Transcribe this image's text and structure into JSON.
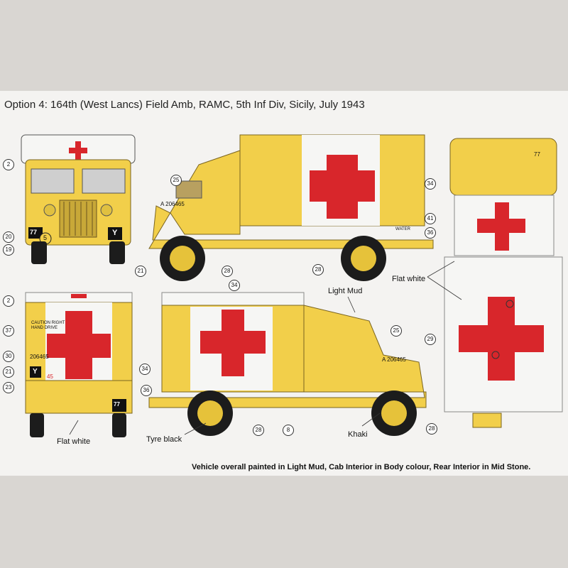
{
  "title": "Option 4: 164th (West Lancs) Field Amb, RAMC, 5th Inf Div, Sicily, July 1943",
  "footer": "Vehicle overall painted in  Light Mud, Cab Interior in Body colour, Rear Interior in Mid Stone.",
  "callouts": {
    "light_mud": "Light Mud",
    "flat_white_top": "Flat white",
    "flat_white_rear": "Flat white",
    "tyre_black": "Tyre black",
    "khaki": "Khaki"
  },
  "markings": {
    "serial_side": "A 206465",
    "serial_side_right": "A 206465",
    "serial_rear": "206465",
    "unit_77": "77",
    "unit_5": "5",
    "y_sign": "Y",
    "bridge_45": "45",
    "water": "WATER",
    "caution": "CAUTION RIGHT HAND DRIVE",
    "roof_77": "77"
  },
  "part_numbers": {
    "p2a": "2",
    "p20": "20",
    "p19": "19",
    "p25a": "25",
    "p34a": "34",
    "p36a": "36",
    "p41": "41",
    "p28a": "28",
    "p28b": "28",
    "p21a": "21",
    "p2b": "2",
    "p34b": "34",
    "p25b": "25",
    "p37": "37",
    "p30": "30",
    "p21b": "21",
    "p23": "23",
    "p34c": "34",
    "p29": "29",
    "p36b": "36",
    "p28c": "28",
    "p8": "8",
    "p28d": "28"
  },
  "colors": {
    "light_mud": "#f2cf4a",
    "cross_red": "#d8262b",
    "flat_white": "#f6f6f4",
    "tyre_black": "#1c1c1c",
    "khaki": "#8a7a52"
  }
}
